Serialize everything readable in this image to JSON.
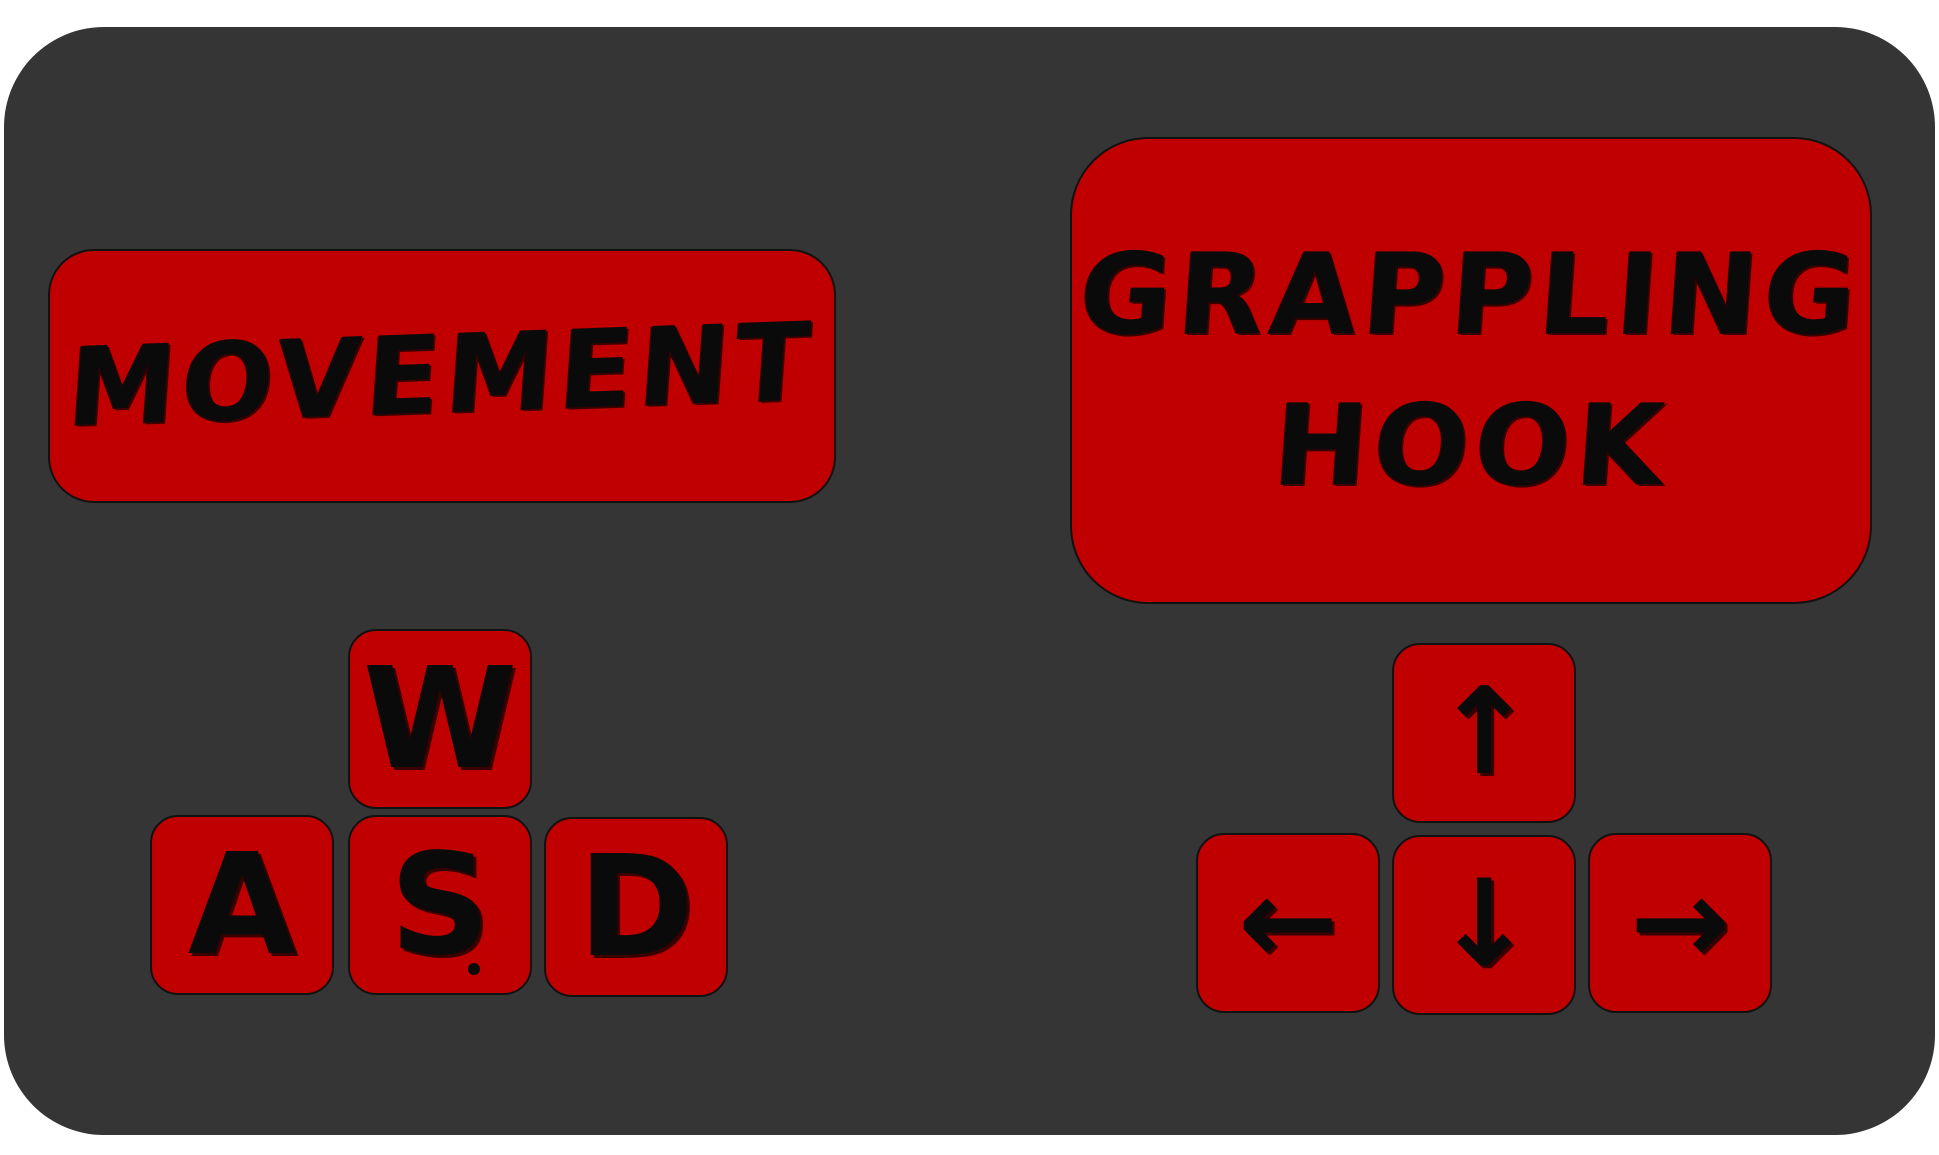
{
  "sections": {
    "movement": {
      "title": "MOVEMENT",
      "keys": {
        "up": "W",
        "left": "A",
        "down": "S",
        "right": "D"
      }
    },
    "grappling": {
      "title_line1": "GRAPPLING",
      "title_line2": "HOOK",
      "keys": {
        "up": "↑",
        "left": "←",
        "down": "↓",
        "right": "→"
      }
    }
  },
  "colors": {
    "panel": "#353535",
    "key_fill": "#c00000",
    "text": "#0a0a0a",
    "outline": "#111111"
  },
  "icons": {
    "up": "arrow-up-icon",
    "left": "arrow-left-icon",
    "down": "arrow-down-icon",
    "right": "arrow-right-icon"
  }
}
